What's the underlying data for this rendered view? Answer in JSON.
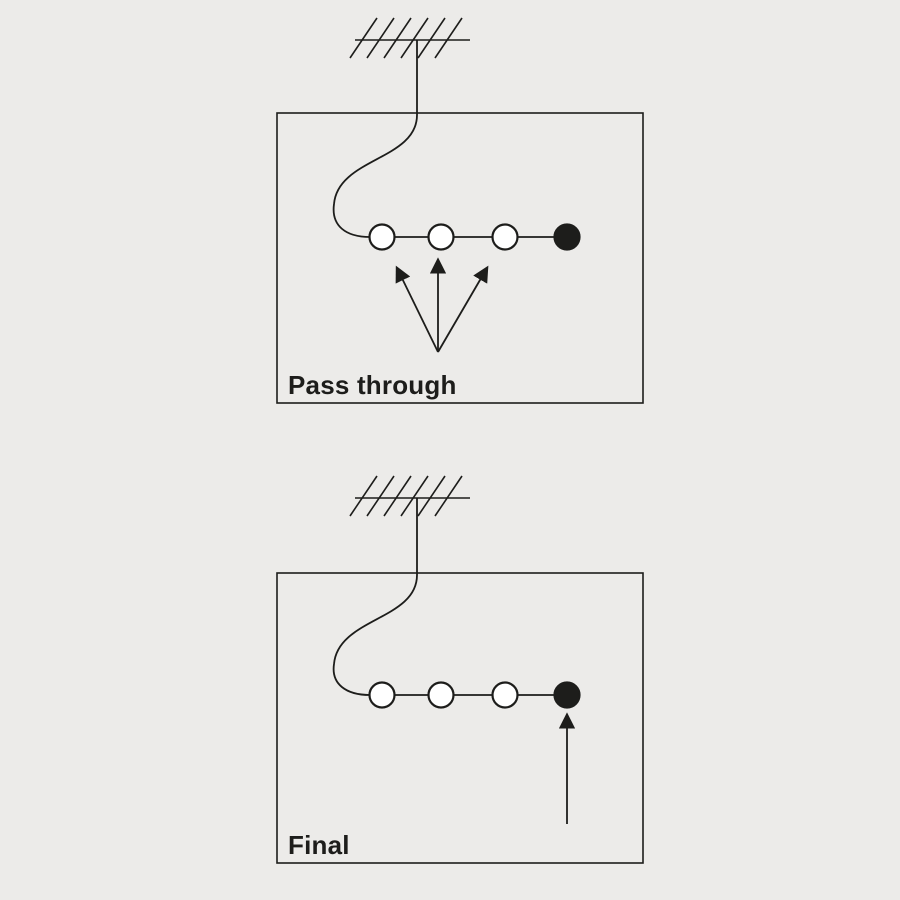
{
  "page": {
    "background_color": "#ecebe9",
    "line_color": "#1d1d1b",
    "text_color": "#1d1d1b"
  },
  "panels": [
    {
      "label": "Pass through",
      "icon": "antenna-icon",
      "ports": {
        "open_count": 3,
        "terminated_count": 1
      },
      "arrow_count": 3,
      "arrows_point_to": "open ports"
    },
    {
      "label": "Final",
      "icon": "antenna-icon",
      "ports": {
        "open_count": 3,
        "terminated_count": 1
      },
      "arrow_count": 1,
      "arrows_point_to": "terminated port"
    }
  ]
}
